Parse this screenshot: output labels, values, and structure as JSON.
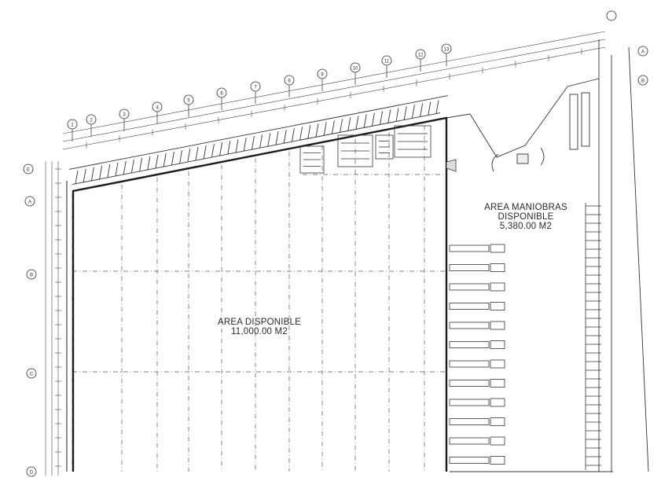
{
  "plan": {
    "main_area": {
      "name": "AREA DISPONIBLE",
      "size": "11,000.00 M2"
    },
    "maneuver_area": {
      "line1": "AREA MANIOBRAS",
      "line2": "DISPONIBLE",
      "size": "5,380.00 M2"
    },
    "top_axes": [
      "1",
      "2",
      "3",
      "4",
      "5",
      "6",
      "7",
      "8",
      "9",
      "10",
      "11",
      "12",
      "13"
    ],
    "left_axes": [
      "A",
      "B",
      "C",
      "D",
      "E"
    ],
    "right_axes": [
      "A",
      "B"
    ],
    "truck_count": 12,
    "ink_color": "#2b2b2b",
    "background": "#ffffff"
  }
}
